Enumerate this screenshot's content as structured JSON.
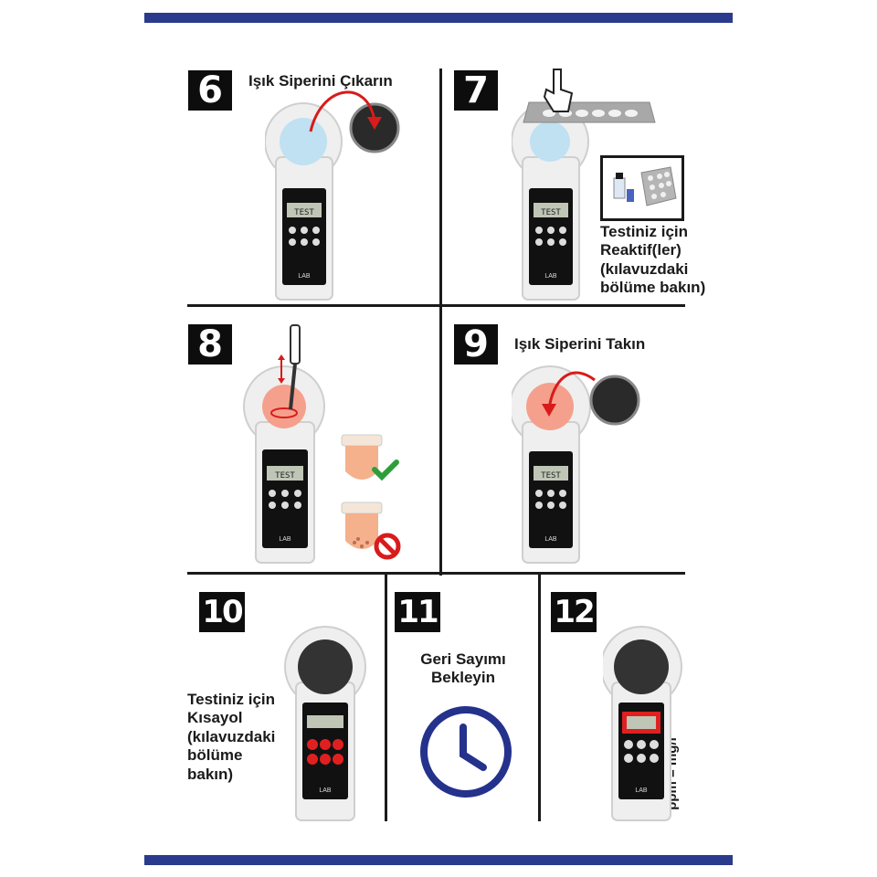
{
  "colors": {
    "accent_bar": "#2a3a8c",
    "arrow_red": "#d81b1b",
    "check_green": "#2e9e3a",
    "clock_blue": "#24328c"
  },
  "steps": [
    {
      "number": "6",
      "label": "Işık Siperini Çıkarın"
    },
    {
      "number": "7",
      "label_lines": [
        "Testiniz için",
        "Reaktif(ler)",
        "(kılavuzdaki",
        "bölüme bakın)"
      ]
    },
    {
      "number": "8"
    },
    {
      "number": "9",
      "label": "Işık Siperini Takın"
    },
    {
      "number": "10",
      "label_lines": [
        "Testiniz için",
        "Kısayol",
        "(kılavuzdaki",
        "bölüme",
        "bakın)"
      ]
    },
    {
      "number": "11",
      "label_lines": [
        "Geri Sayımı",
        "Bekleyin"
      ]
    },
    {
      "number": "12",
      "side_label": "ppm = mg/l"
    }
  ],
  "device": {
    "screen_text": "TEST",
    "brand": "LAB",
    "icons": [
      "clock-icon",
      "check-icon",
      "no-icon",
      "finger-icon"
    ]
  }
}
